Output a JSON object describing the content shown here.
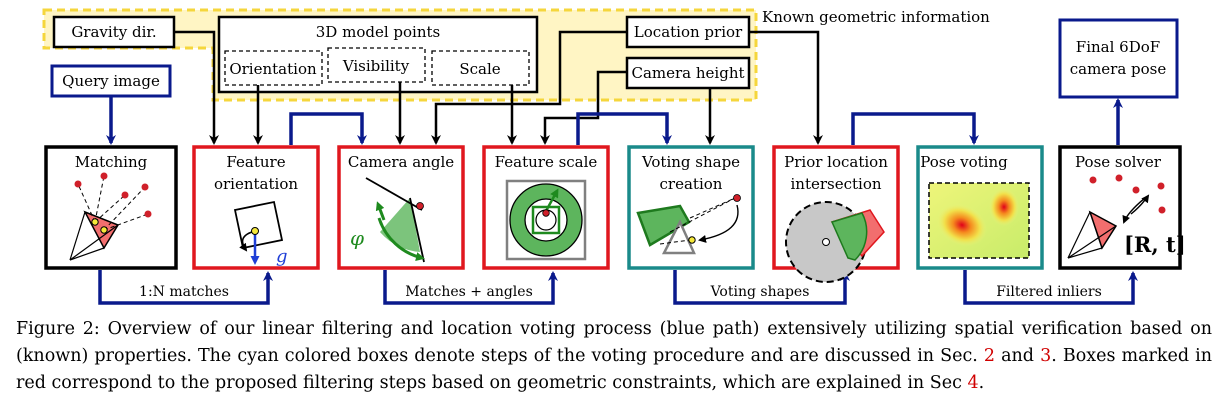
{
  "known_info": {
    "label": "Known geometric information",
    "gravity": "Gravity dir.",
    "model_points": "3D model points",
    "orientation": "Orientation",
    "visibility": "Visibility",
    "scale": "Scale",
    "location_prior": "Location prior",
    "camera_height": "Camera height"
  },
  "query_image": "Query image",
  "final_pose": [
    "Final 6DoF",
    "camera pose"
  ],
  "steps": [
    {
      "lines": [
        "Matching"
      ],
      "color": "#000000"
    },
    {
      "lines": [
        "Feature",
        "orientation"
      ],
      "color": "#e0171e"
    },
    {
      "lines": [
        "Camera angle"
      ],
      "color": "#e0171e"
    },
    {
      "lines": [
        "Feature scale"
      ],
      "color": "#e0171e"
    },
    {
      "lines": [
        "Voting shape",
        "creation"
      ],
      "color": "#1a8a8a"
    },
    {
      "lines": [
        "Prior location",
        "intersection"
      ],
      "color": "#e0171e"
    },
    {
      "lines": [
        "Pose voting"
      ],
      "color": "#1a8a8a"
    },
    {
      "lines": [
        "Pose solver"
      ],
      "color": "#000000"
    }
  ],
  "flows": [
    "1:N matches",
    "Matches + angles",
    "Voting shapes",
    "Filtered inliers"
  ],
  "glyphs": {
    "g": "g",
    "phi": "φ",
    "pose": "[R, t]"
  },
  "colors": {
    "path": "#0a1a8c",
    "known": "#f5d63c",
    "red": "#e0171e",
    "cyan": "#1a8a8a"
  },
  "caption": {
    "part1": "Figure 2: Overview of our linear filtering and location voting process (blue path) extensively utilizing spatial verification based on (known) properties. The cyan colored boxes denote steps of the voting procedure and are discussed in Sec. ",
    "ref1": "2",
    "and": " and ",
    "ref2": "3",
    "part2": ". Boxes marked in red correspond to the proposed filtering steps based on geometric constraints, which are explained in Sec ",
    "ref3": "4",
    "end": "."
  }
}
